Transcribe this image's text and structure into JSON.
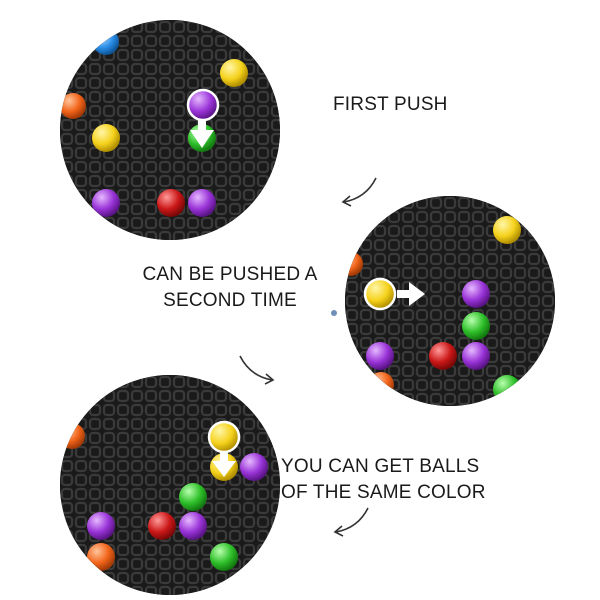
{
  "captions": {
    "first": "FIRST PUSH",
    "second_line1": "CAN BE PUSHED A",
    "second_line2": "SECOND TIME",
    "third_line1": "YOU CAN GET BALLS",
    "third_line2": "OF THE SAME COLOR"
  },
  "colors": {
    "board": "#1a1a1a",
    "peg": "#3a3a3a",
    "yellow": "#f5d21c",
    "purple": "#9a34d8",
    "green": "#2fc02a",
    "red": "#cc1818",
    "orange": "#f2641a",
    "blue": "#2a8ee8",
    "arrow": "#ffffff",
    "curve_arrow": "#333333"
  },
  "icons": {
    "push_arrow": "arrow-down-icon",
    "push_arrow_right": "arrow-right-icon",
    "curve_arrow": "curved-arrow-icon"
  }
}
